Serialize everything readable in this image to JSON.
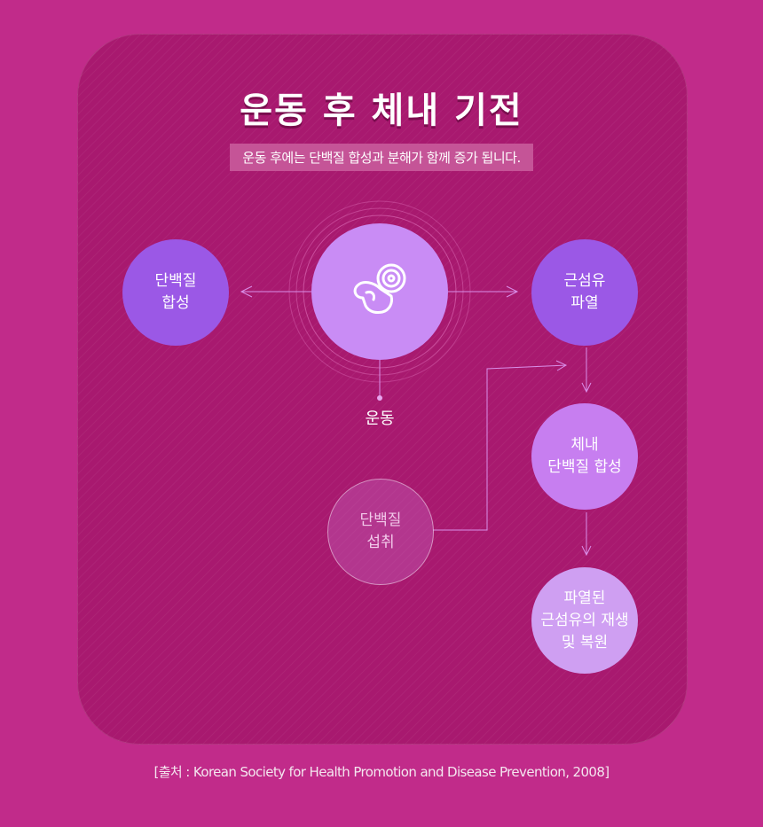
{
  "title": "운동 후 체내 기전",
  "subtitle": "운동 후에는 단백질 합성과 분해가 함께 증가 됩니다.",
  "nodes": {
    "center_label": "운동",
    "protein_synthesis": [
      "단백질",
      "합성"
    ],
    "muscle_rupture": [
      "근섬유",
      "파열"
    ],
    "body_synthesis": [
      "체내",
      "단백질 합성"
    ],
    "protein_intake": [
      "단백질",
      "섭취"
    ],
    "repair": [
      "파열된",
      "근섬유의 재생",
      "및 복원"
    ]
  },
  "icon": "flexed-arm-dumbbell-icon",
  "source": "[출처 : Korean Society  for Health Promotion and Disease Prevention, 2008]",
  "colors": {
    "background": "#c12b8a",
    "panel": "#a8196f",
    "node_purple": "#9b58e6",
    "node_center": "#c98cf5",
    "node_light": "#cf9ff2"
  }
}
